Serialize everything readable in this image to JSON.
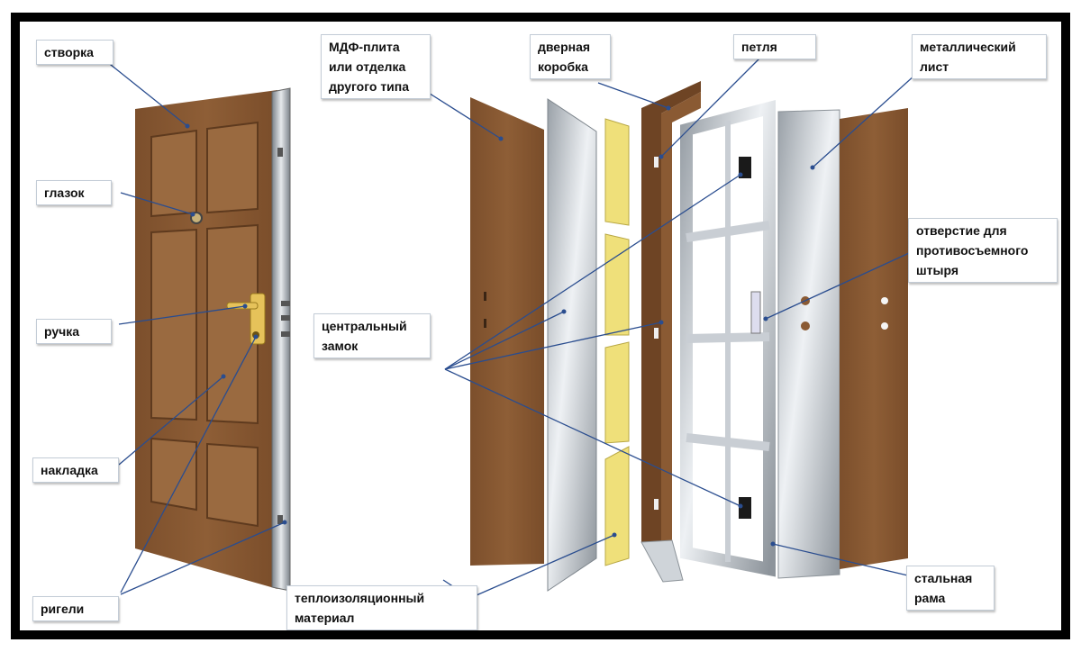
{
  "labels": {
    "stvorka": "створка",
    "glazok": "глазок",
    "ruchka": "ручка",
    "nakladka": "накладка",
    "rigeli": "ригели",
    "mdf": "МДФ-плита\nили отделка\nдругого типа",
    "korobka": "дверная\nкоробка",
    "petlya": "петля",
    "list": "металлический\nлист",
    "otverstie": "отверстие для\nпротивосъемного\nштыря",
    "zamok": "центральный\nзамок",
    "teploizol": "теплоизоляционный\nматериал",
    "rama": "стальная\nрама"
  },
  "colors": {
    "frame": "#000000",
    "door_wood": "#8a5a33",
    "door_wood_dark": "#6e4424",
    "steel": "#c9ced4",
    "insulation": "#efe07a",
    "leader_line": "#2a4d8f"
  }
}
